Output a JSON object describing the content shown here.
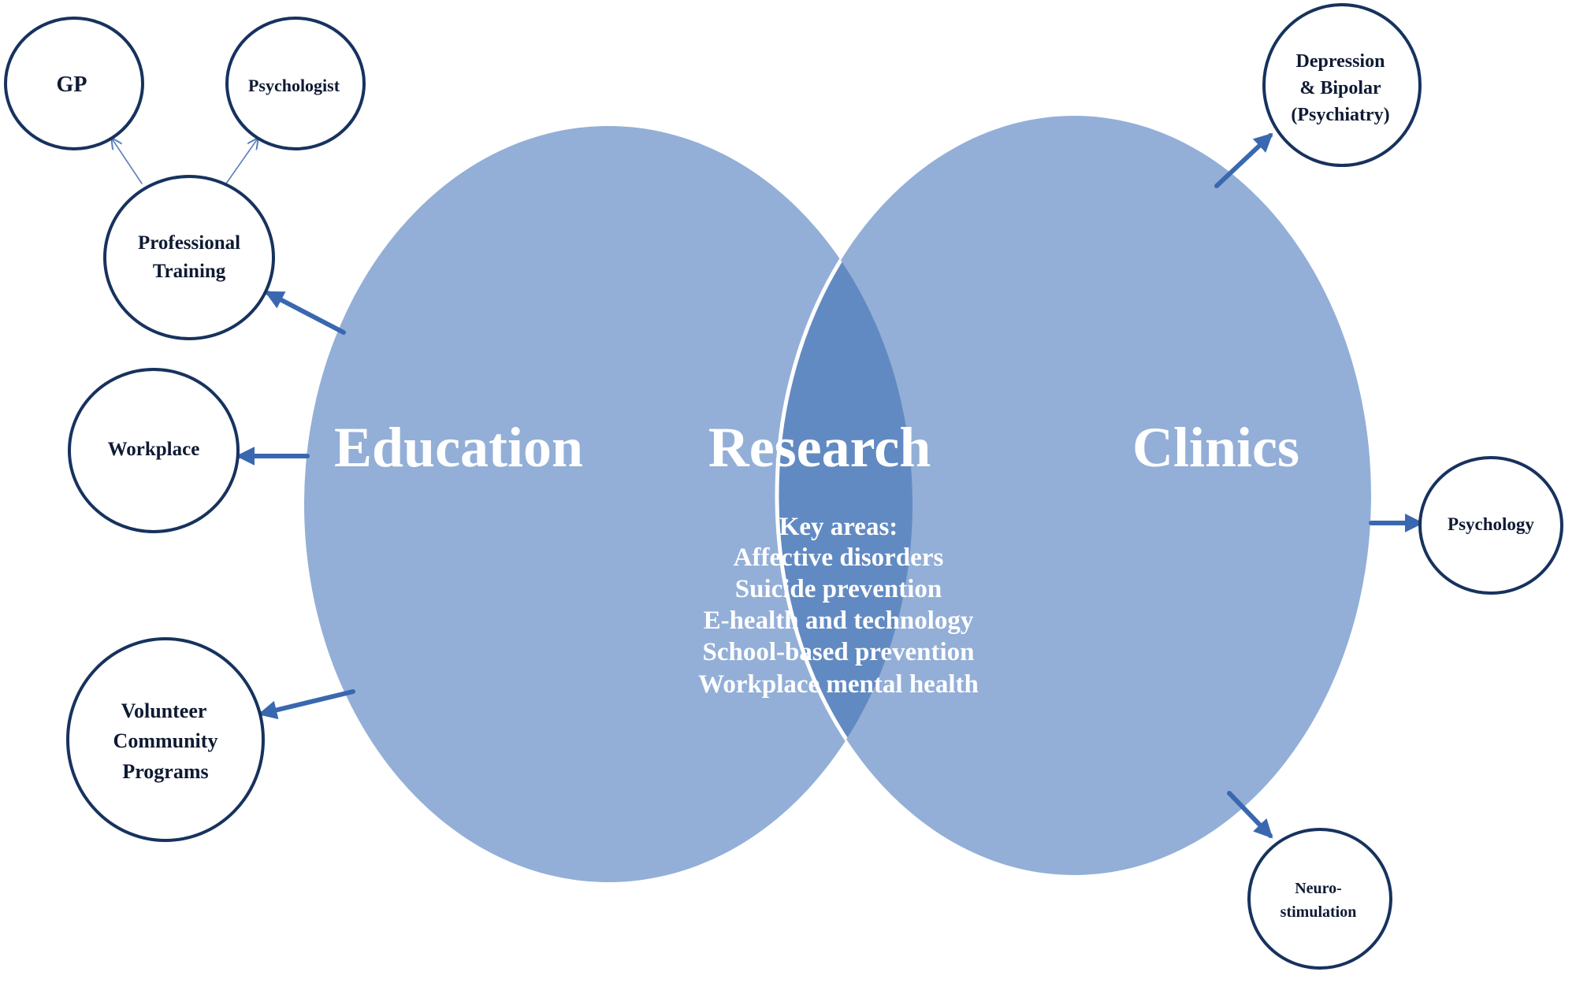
{
  "venn": {
    "left_label": "Education",
    "center_label": "Research",
    "right_label": "Clinics",
    "key_areas": [
      "Key areas:",
      "Affective disorders",
      "Suicide prevention",
      "E-health and technology",
      "School-based prevention",
      "Workplace mental health"
    ]
  },
  "nodes": {
    "gp": [
      "GP"
    ],
    "psychologist": [
      "Psychologist"
    ],
    "professional_training": [
      "Professional",
      "Training"
    ],
    "workplace": [
      "Workplace"
    ],
    "volunteer": [
      "Volunteer",
      "Community",
      "Programs"
    ],
    "depression_bipolar": [
      "Depression",
      "& Bipolar",
      "(Psychiatry)"
    ],
    "psychology": [
      "Psychology"
    ],
    "neurostimulation": [
      "Neuro-",
      "stimulation"
    ]
  },
  "colors": {
    "circle_fill": "#93afd7",
    "overlap_fill": "#628ac2",
    "arrow": "#3a68b0",
    "thin_arrow": "#5b80bd",
    "node_stroke": "#17325e"
  }
}
